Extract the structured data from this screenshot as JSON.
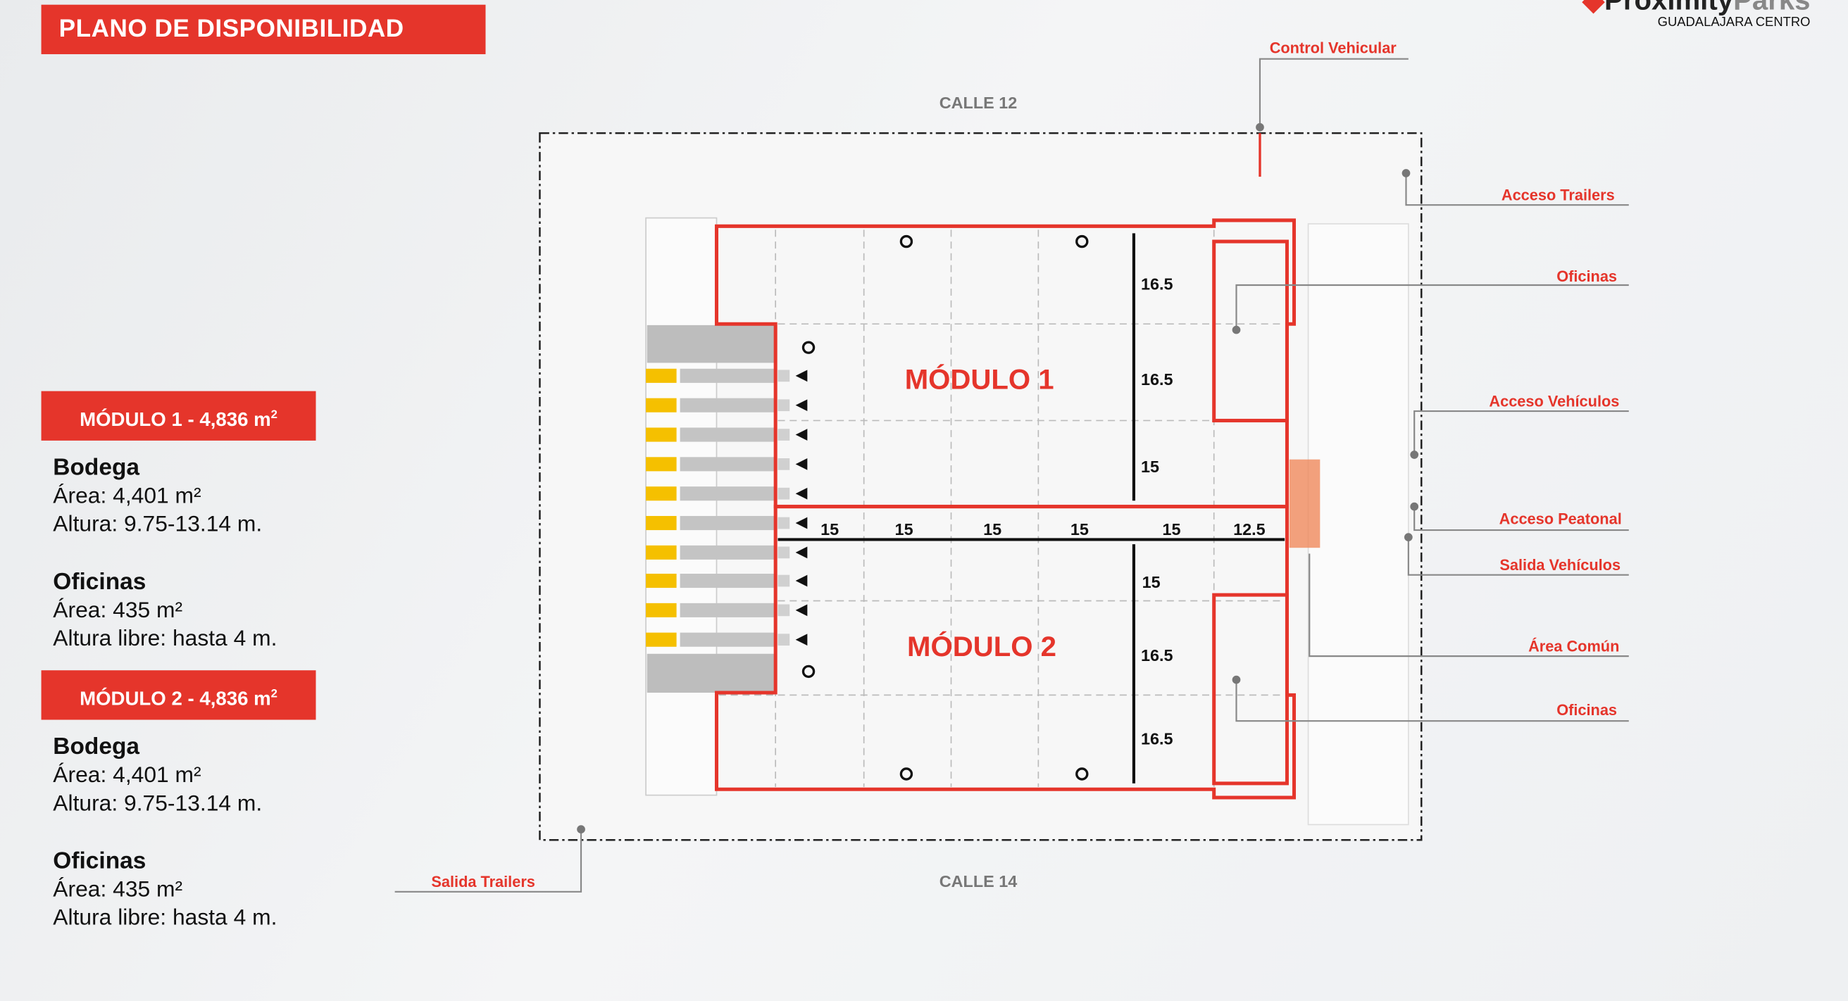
{
  "title": "PLANO DE DISPONIBILIDAD",
  "logo": {
    "brand_a": "Proximity",
    "brand_b": "Parks",
    "subtitle": "GUADALAJARA CENTRO"
  },
  "streets": {
    "north": "CALLE 12",
    "south": "CALLE 14"
  },
  "modules": [
    {
      "header": "MÓDULO 1 - 4,836 m",
      "sup": "2",
      "bodega_title": "Bodega",
      "bodega_area": "Área: 4,401 m²",
      "bodega_height": "Altura:  9.75-13.14 m.",
      "oficinas_title": "Oficinas",
      "oficinas_area": "Área: 435 m²",
      "oficinas_height": "Altura libre: hasta 4 m."
    },
    {
      "header": "MÓDULO 2 - 4,836 m",
      "sup": "2",
      "bodega_title": "Bodega",
      "bodega_area": "Área: 4,401 m²",
      "bodega_height": "Altura:  9.75-13.14 m.",
      "oficinas_title": "Oficinas",
      "oficinas_area": "Área: 435 m²",
      "oficinas_height": "Altura libre: hasta 4 m."
    }
  ],
  "plan": {
    "module1_label": "MÓDULO 1",
    "module2_label": "MÓDULO 2",
    "dims_vertical_top": [
      "16.5",
      "16.5",
      "15"
    ],
    "dims_row": [
      "15",
      "15",
      "15",
      "15",
      "15",
      "12.5"
    ],
    "dims_vertical_bottom": [
      "15",
      "16.5",
      "16.5"
    ]
  },
  "callouts": {
    "control_vehicular": "Control Vehicular",
    "acceso_trailers": "Acceso Trailers",
    "oficinas_1": "Oficinas",
    "acceso_vehiculos": "Acceso Vehículos",
    "acceso_peatonal": "Acceso Peatonal",
    "salida_vehiculos": "Salida Vehículos",
    "area_comun": "Área Común",
    "oficinas_2": "Oficinas",
    "salida_trailers": "Salida Trailers"
  },
  "colors": {
    "accent": "#e5352b",
    "dock": "#f5c000",
    "common": "#f08a5d"
  }
}
